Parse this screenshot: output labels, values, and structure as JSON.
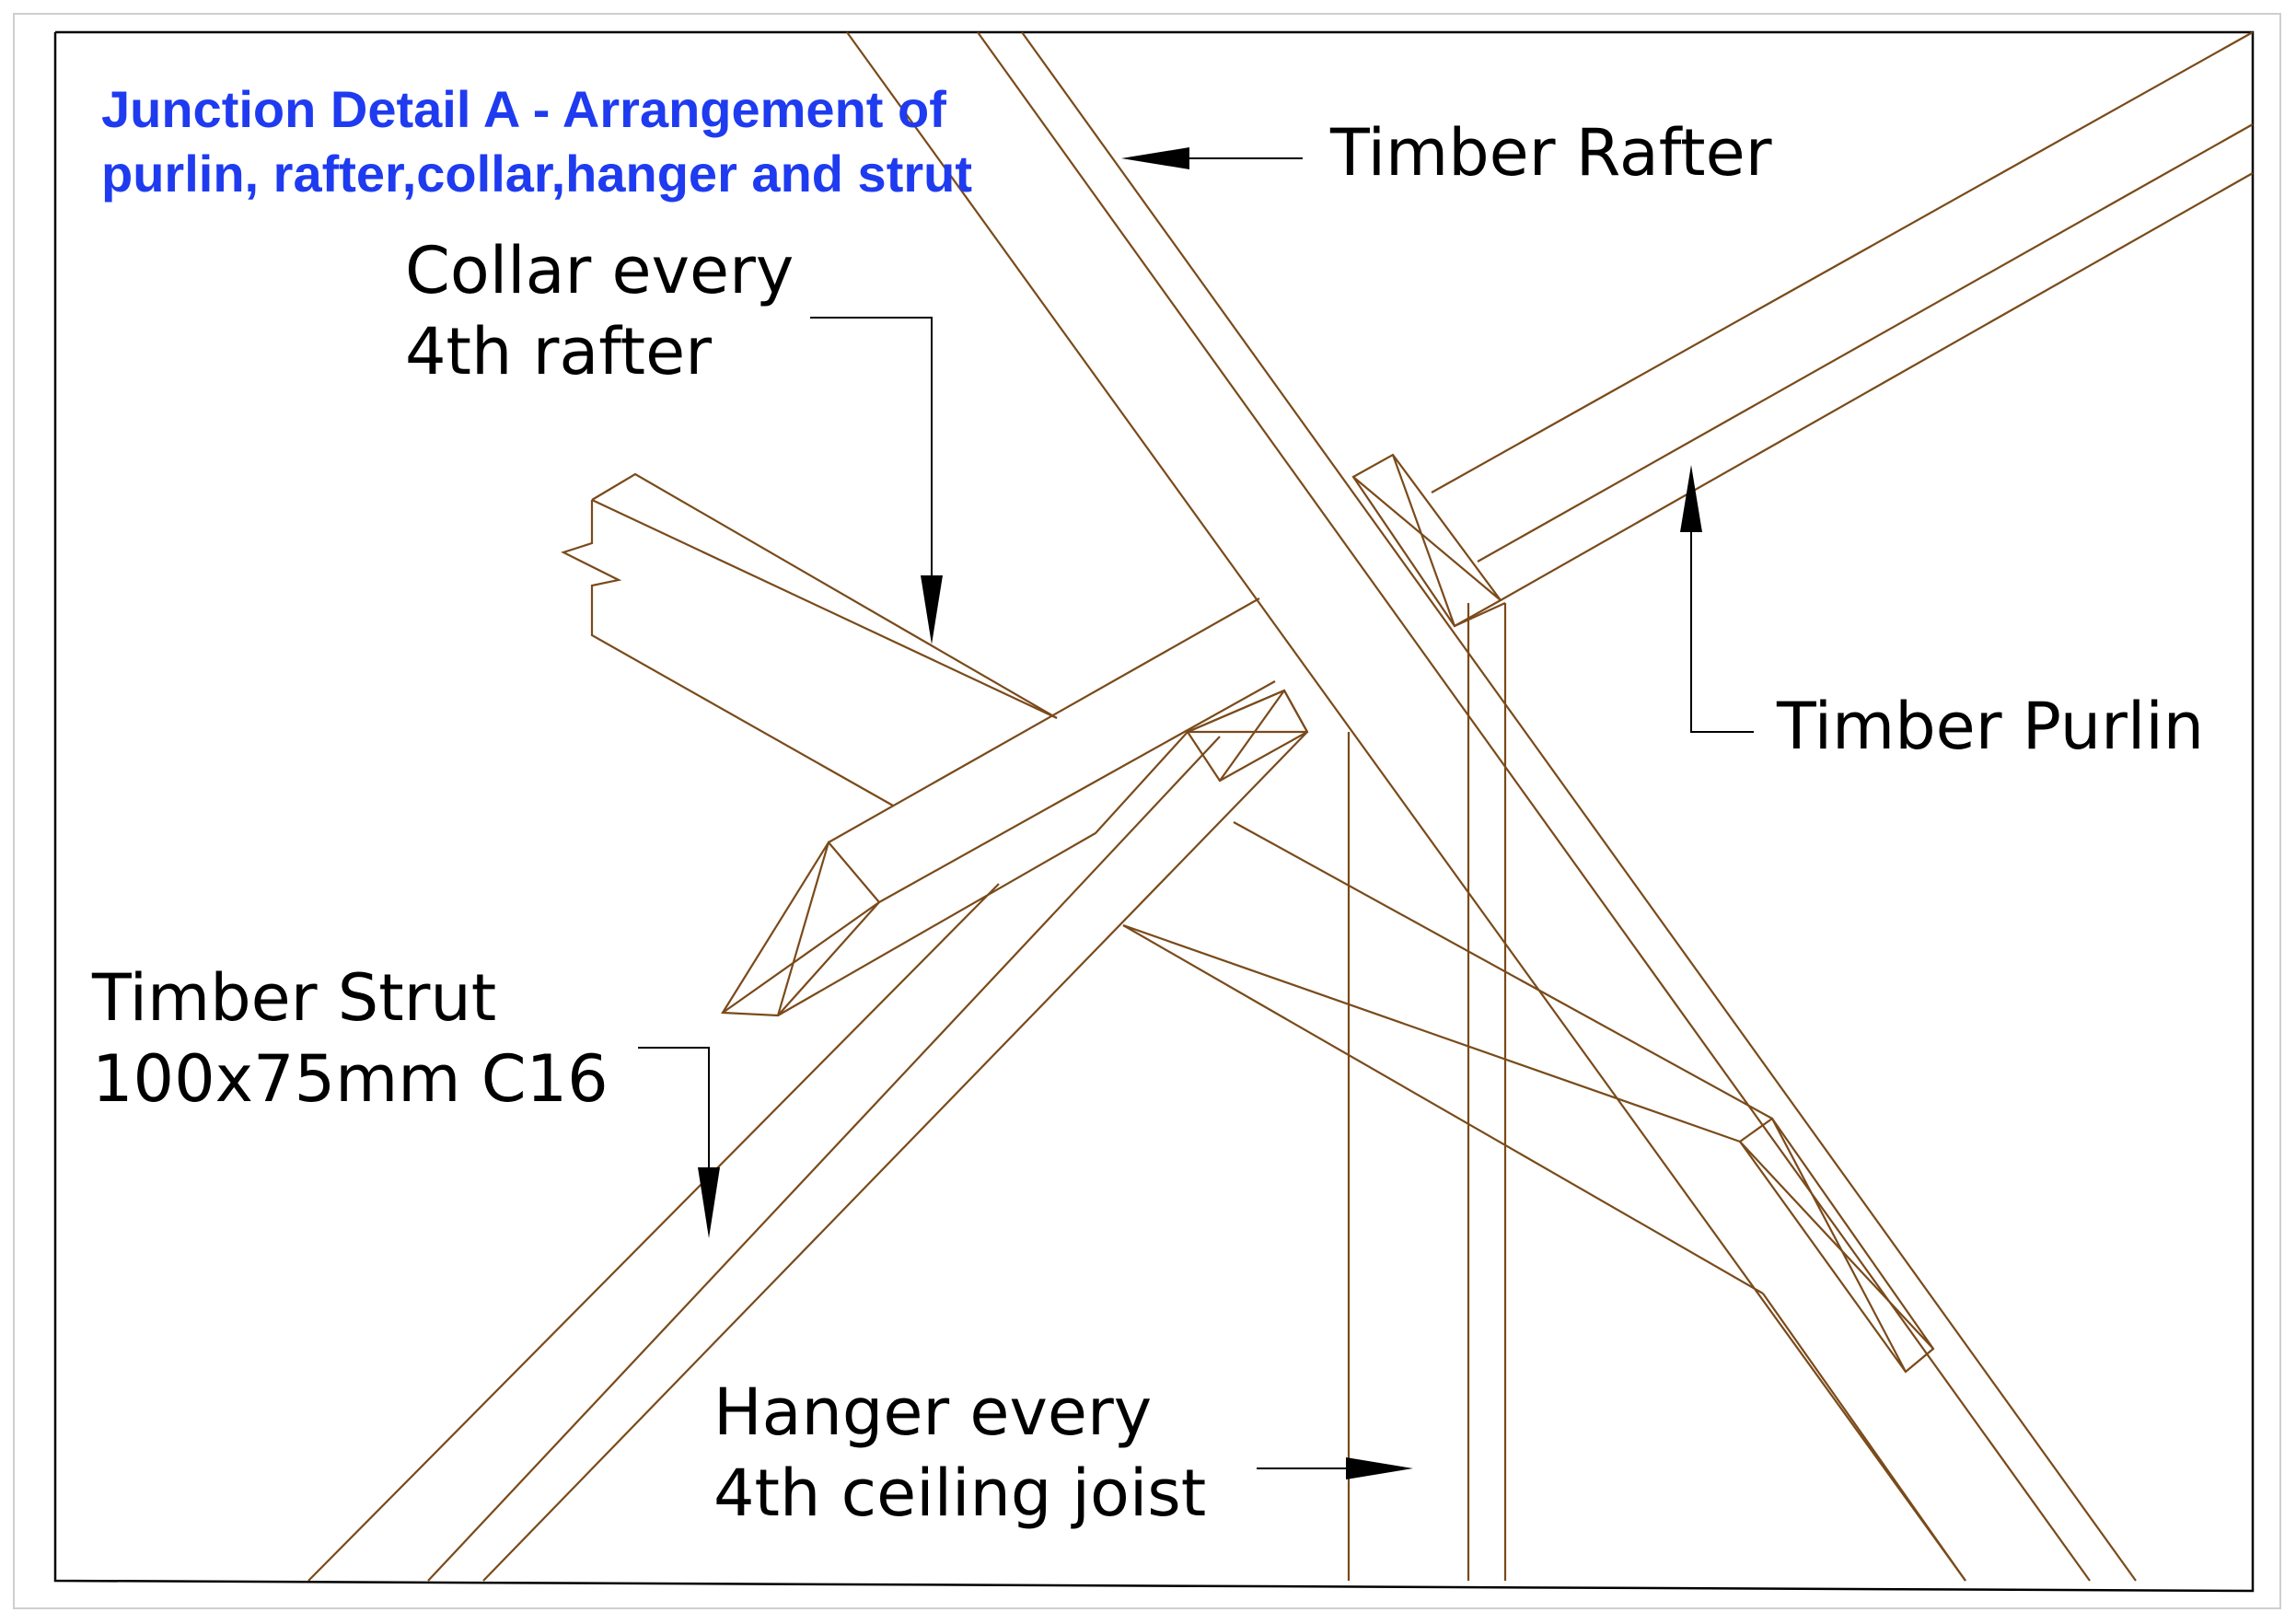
{
  "title": {
    "line1": "Junction Detail A - Arrangement of",
    "line2": "purlin, rafter,collar,hanger and strut"
  },
  "labels": {
    "rafter": "Timber Rafter",
    "collar_line1": "Collar every",
    "collar_line2": "4th rafter",
    "purlin": "Timber Purlin",
    "strut_line1": "Timber Strut",
    "strut_line2": "100x75mm C16",
    "hanger_line1": "Hanger every",
    "hanger_line2": "4th ceiling joist"
  },
  "colors": {
    "title": "#1f3bf0",
    "timber_lines": "#7a4a1a",
    "annotation": "#000000",
    "frame": "#000000"
  }
}
